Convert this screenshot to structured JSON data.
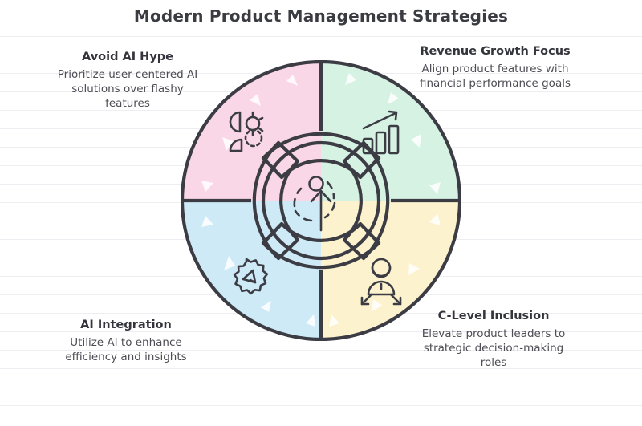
{
  "title": "Modern Product Management Strategies",
  "background": {
    "style": "notebook-paper",
    "rule_color": "#eceef1",
    "margin_color": "#f6d3d6"
  },
  "palette": {
    "pink": "#fad7e6",
    "green": "#d6f2e3",
    "blue": "#cfeaf7",
    "yellow": "#fcf2ce",
    "center": "#eeeeee",
    "outline": "#3c3c44",
    "text": "#4a4a52",
    "heading": "#34343c"
  },
  "center": {
    "icon": "growth-target-icon",
    "fill": "#eeeeee"
  },
  "segments": [
    {
      "id": "avoid-ai-hype",
      "position": "top-left",
      "heading": "Avoid AI Hype",
      "body": "Prioritize user-centered AI solutions over flashy features",
      "color": "#fad7e6",
      "icon": "person-gear-icon"
    },
    {
      "id": "revenue-growth-focus",
      "position": "top-right",
      "heading": "Revenue Growth Focus",
      "body": "Align product features with financial performance goals",
      "color": "#d6f2e3",
      "icon": "bar-chart-growth-icon"
    },
    {
      "id": "ai-integration",
      "position": "bottom-left",
      "heading": "AI Integration",
      "body": "Utilize AI to enhance efficiency and insights",
      "color": "#cfeaf7",
      "icon": "gear-arrow-icon"
    },
    {
      "id": "c-level-inclusion",
      "position": "bottom-right",
      "heading": "C-Level Inclusion",
      "body": "Elevate product leaders to strategic decision-making roles",
      "color": "#fcf2ce",
      "icon": "executive-elevate-icon"
    }
  ]
}
